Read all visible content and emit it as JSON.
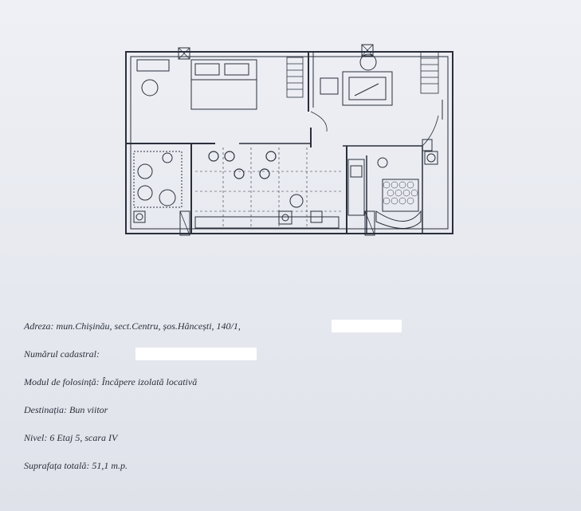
{
  "document": {
    "fields": [
      {
        "label": "Adreza:",
        "value": "mun.Chișinău, sect.Centru, șos.Hâncești, 140/1,"
      },
      {
        "label": "Numărul cadastral:",
        "value": ""
      },
      {
        "label": "Modul de folosință:",
        "value": "Încăpere izolată locativă"
      },
      {
        "label": "Destinația:",
        "value": "Bun viitor"
      },
      {
        "label": "Nivel:",
        "value": "6 Etaj 5, scara IV"
      },
      {
        "label": "Suprafața totală:",
        "value": "51,1 m.p."
      }
    ]
  },
  "colors": {
    "ink": "#2a2f3a",
    "paper": "#e9eaf0",
    "redaction": "#ffffff"
  }
}
